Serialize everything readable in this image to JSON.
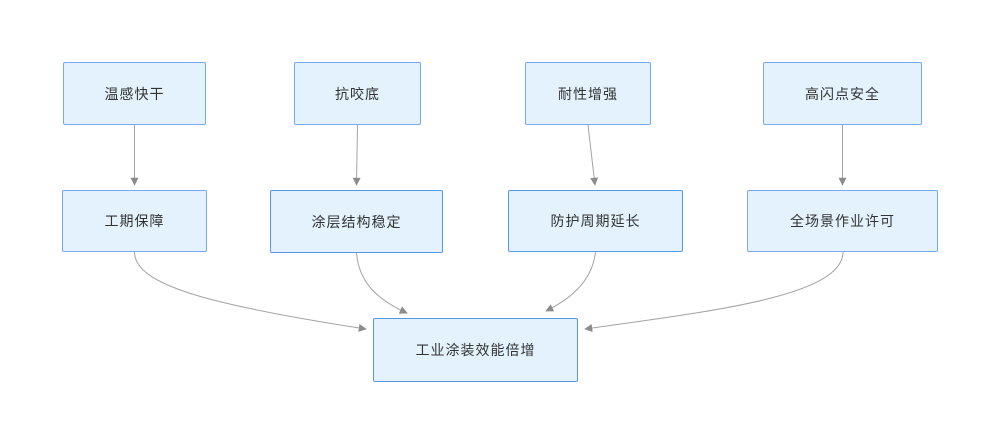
{
  "diagram": {
    "title": "",
    "nodes": [
      {
        "id": "quick-dry",
        "label": "温感快干",
        "row": "top"
      },
      {
        "id": "anti-bite",
        "label": "抗咬底",
        "row": "top"
      },
      {
        "id": "durability",
        "label": "耐性增强",
        "row": "top"
      },
      {
        "id": "flash-point-safety",
        "label": "高闪点安全",
        "row": "top"
      },
      {
        "id": "schedule-guarantee",
        "label": "工期保障",
        "row": "middle"
      },
      {
        "id": "coating-structure",
        "label": "涂层结构稳定",
        "row": "middle"
      },
      {
        "id": "protection-period",
        "label": "防护周期延长",
        "row": "middle"
      },
      {
        "id": "operation-permit",
        "label": "全场景作业许可",
        "row": "middle"
      },
      {
        "id": "efficiency-result",
        "label": "工业涂装效能倍增",
        "row": "bottom"
      }
    ],
    "edges": [
      {
        "from": "quick-dry",
        "to": "schedule-guarantee"
      },
      {
        "from": "anti-bite",
        "to": "coating-structure"
      },
      {
        "from": "durability",
        "to": "protection-period"
      },
      {
        "from": "flash-point-safety",
        "to": "operation-permit"
      },
      {
        "from": "schedule-guarantee",
        "to": "efficiency-result"
      },
      {
        "from": "coating-structure",
        "to": "efficiency-result"
      },
      {
        "from": "protection-period",
        "to": "efficiency-result"
      },
      {
        "from": "operation-permit",
        "to": "efficiency-result"
      }
    ],
    "colors": {
      "node_fill": "#e3f2fd",
      "node_border": "#77a9f0",
      "node_border_strong": "#5598f2",
      "edge_line": "#a3a3a3",
      "arrowhead": "#8c8c8c",
      "text": "#333333",
      "background": "#ffffff"
    }
  }
}
